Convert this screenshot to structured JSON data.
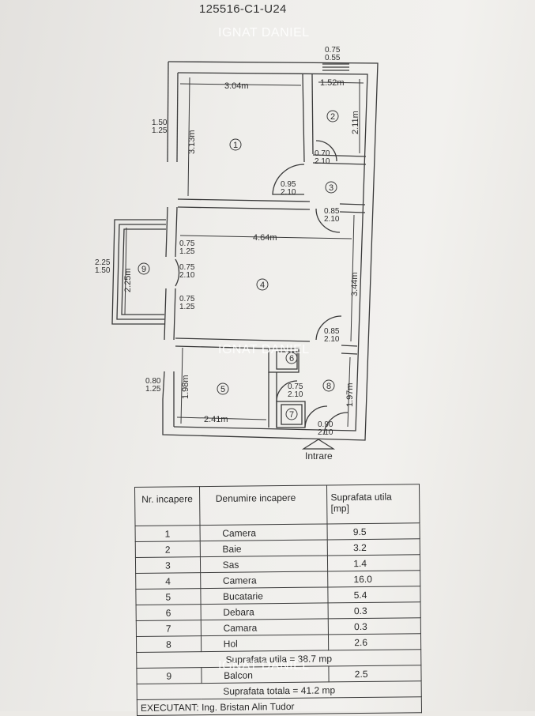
{
  "document": {
    "code": "125516-C1-U24",
    "watermark": "IGNAT DANIEL",
    "entrance_label": "Intrare"
  },
  "plan": {
    "room_numbers": [
      "1",
      "2",
      "3",
      "4",
      "5",
      "6",
      "7",
      "8",
      "9"
    ],
    "dimensions": {
      "room1_width": "3.04m",
      "room1_height": "3.13m",
      "room2_width": "1.52m",
      "room2_height": "2.11m",
      "room4_width": "4.64m",
      "room4_height": "3.44m",
      "room9_height": "2.25m",
      "room5_width": "2.41m",
      "room5_height": "1.98m",
      "room8_height": "1.97m"
    },
    "openings": {
      "top_window_a": "0.75",
      "top_window_b": "0.55",
      "left_window1_a": "1.50",
      "left_window1_b": "1.25",
      "door_r2_a": "0.70",
      "door_r2_b": "2.10",
      "door_r1_a": "0.95",
      "door_r1_b": "2.10",
      "door_r4_top_a": "0.85",
      "door_r4_top_b": "2.10",
      "win_r4_upper_a": "0.75",
      "win_r4_upper_b": "1.25",
      "door_balcony_a": "0.75",
      "door_balcony_b": "2.10",
      "win_r4_lower_a": "0.75",
      "win_r4_lower_b": "1.25",
      "balcony_a": "2.25",
      "balcony_b": "1.50",
      "door_r4_bottom_a": "0.85",
      "door_r4_bottom_b": "2.10",
      "win_r5_a": "0.80",
      "win_r5_b": "1.25",
      "door_r5_a": "0.75",
      "door_r5_b": "2.10",
      "entrance_door_a": "0.90",
      "entrance_door_b": "2.10"
    }
  },
  "table": {
    "headers": {
      "nr": "Nr. incapere",
      "name": "Denumire incapere",
      "area": "Suprafata utila",
      "area_unit": "[mp]"
    },
    "rows": [
      {
        "nr": "1",
        "name": "Camera",
        "area": "9.5"
      },
      {
        "nr": "2",
        "name": "Baie",
        "area": "3.2"
      },
      {
        "nr": "3",
        "name": "Sas",
        "area": "1.4"
      },
      {
        "nr": "4",
        "name": "Camera",
        "area": "16.0"
      },
      {
        "nr": "5",
        "name": "Bucatarie",
        "area": "5.4"
      },
      {
        "nr": "6",
        "name": "Debara",
        "area": "0.3"
      },
      {
        "nr": "7",
        "name": "Camara",
        "area": "0.3"
      },
      {
        "nr": "8",
        "name": "Hol",
        "area": "2.6"
      }
    ],
    "usable_total": "Suprafata utila = 38.7 mp",
    "balcony_row": {
      "nr": "9",
      "name": "Balcon",
      "area": "2.5"
    },
    "grand_total": "Suprafata totala = 41.2 mp",
    "executant": "EXECUTANT: Ing. Bristan Alin Tudor"
  }
}
